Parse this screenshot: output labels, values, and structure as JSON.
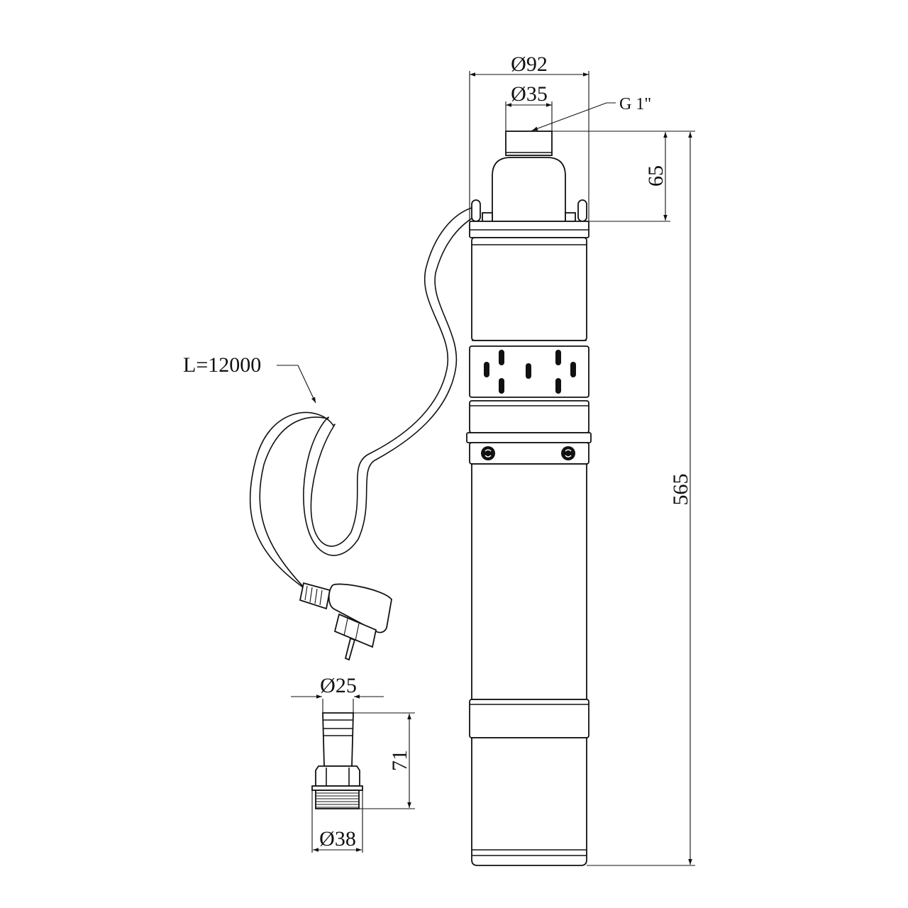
{
  "dimensions": {
    "pump_diameter": "Ø92",
    "outlet_diameter": "Ø35",
    "outlet_thread": "G 1\"",
    "head_height": "65",
    "total_length": "565",
    "cable_length": "L=12000",
    "fitting_barb_diameter": "Ø25",
    "fitting_thread_diameter": "Ø38",
    "fitting_length": "71"
  },
  "colors": {
    "line": "#111111",
    "background": "#ffffff"
  }
}
